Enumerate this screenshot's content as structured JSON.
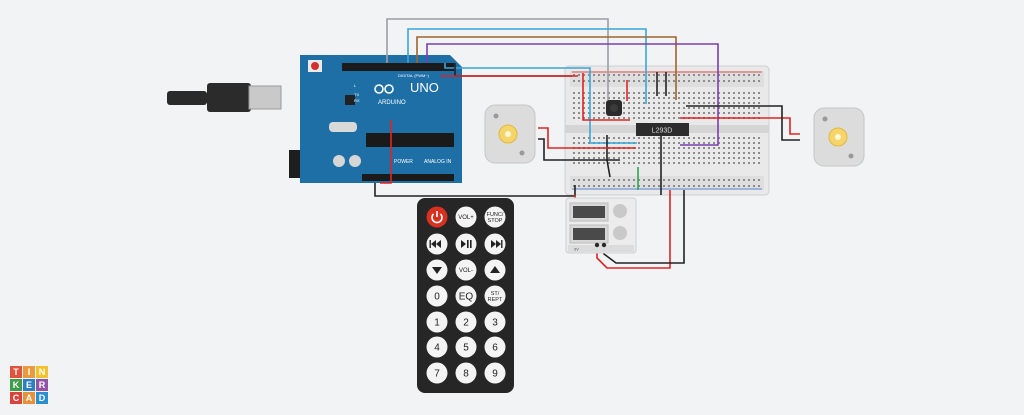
{
  "app": {
    "logo_letters": [
      "T",
      "I",
      "N",
      "K",
      "E",
      "R",
      "C",
      "A",
      "D"
    ],
    "logo_colors": [
      "#e0533d",
      "#e79b3c",
      "#f2c22e",
      "#3f9c4a",
      "#2c7fc2",
      "#9254a8",
      "#d9433b",
      "#e7913a",
      "#2a8fd1"
    ]
  },
  "arduino": {
    "brand": "ARDUINO",
    "model": "UNO",
    "power_label": "POWER",
    "analog_label": "ANALOG IN",
    "digital_label": "DIGITAL (PWM~)",
    "led_labels": [
      "L",
      "TX",
      "RX"
    ],
    "color": "#1f6fa7"
  },
  "chip": {
    "label": "L293D"
  },
  "remote": {
    "rows": [
      [
        {
          "t": "power-icon"
        },
        {
          "t": "VOL+"
        },
        {
          "t": "FUNC/\nSTOP"
        }
      ],
      [
        {
          "t": "prev-icon"
        },
        {
          "t": "play-pause-icon"
        },
        {
          "t": "next-icon"
        }
      ],
      [
        {
          "t": "down-icon"
        },
        {
          "t": "VOL-"
        },
        {
          "t": "up-icon"
        }
      ],
      [
        {
          "t": "0"
        },
        {
          "t": "EQ"
        },
        {
          "t": "ST/\nREPT"
        }
      ],
      [
        {
          "t": "1"
        },
        {
          "t": "2"
        },
        {
          "t": "3"
        }
      ],
      [
        {
          "t": "4"
        },
        {
          "t": "5"
        },
        {
          "t": "6"
        }
      ],
      [
        {
          "t": "7"
        },
        {
          "t": "8"
        },
        {
          "t": "9"
        }
      ]
    ],
    "power_color": "#d9301f"
  },
  "battery": {
    "label": "9V"
  },
  "wire_colors": {
    "red": "#e02424",
    "black": "#222222",
    "gray": "#9aa0a6",
    "cyan": "#3aa6d8",
    "brown": "#a0642c",
    "purple": "#7b3fb0",
    "green": "#2fa84f"
  }
}
